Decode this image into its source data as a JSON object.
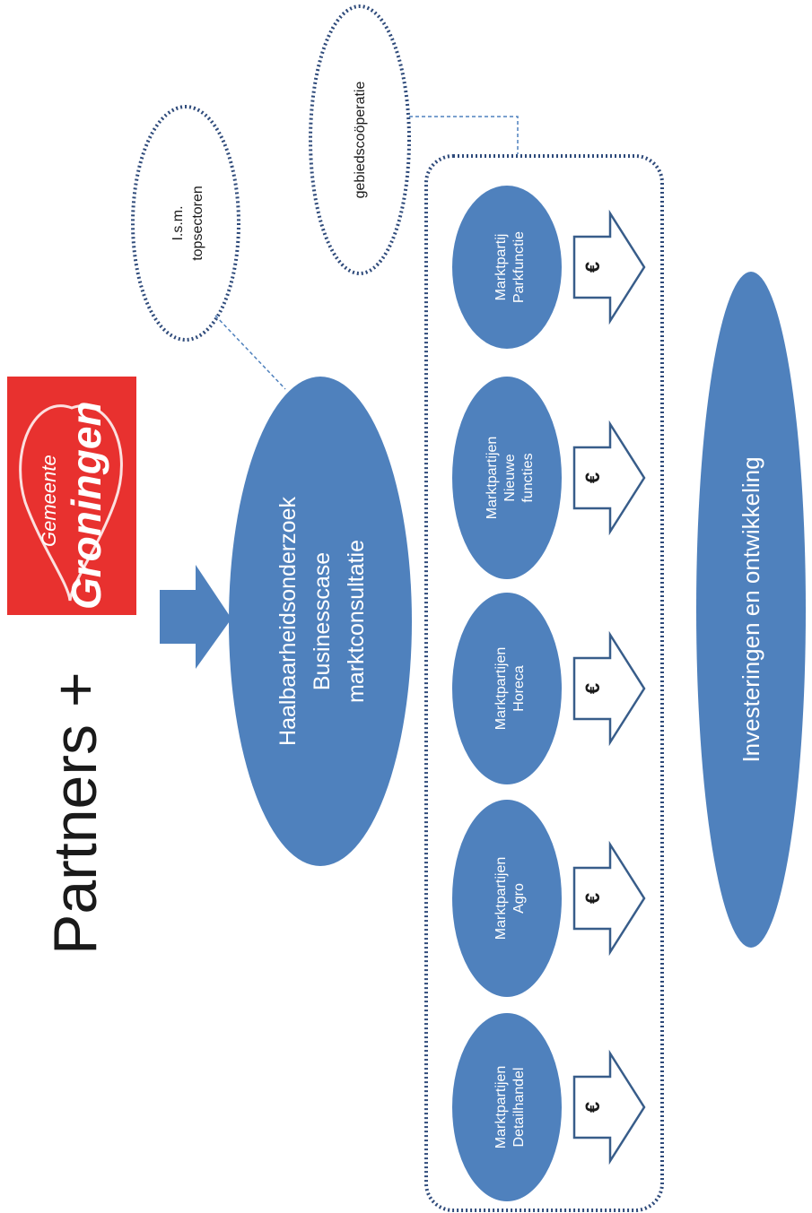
{
  "title": "Partners +",
  "logo": {
    "line1": "Gemeente",
    "line2": "Groningen",
    "bg_color": "#e8312f"
  },
  "central": {
    "line1": "Haalbaarheidsonderzoek",
    "line2": "Businesscase",
    "line3": "marktconsultatie"
  },
  "callout_topsectoren": {
    "line1": "I.s.m.",
    "line2": "topsectoren"
  },
  "callout_cooperatie": {
    "label": "gebiedscoöperatie"
  },
  "market_parties": [
    {
      "line1": "Marktpartij",
      "line2": "Parkfunctie",
      "line3": ""
    },
    {
      "line1": "Marktpartijen",
      "line2": "Nieuwe",
      "line3": "functies"
    },
    {
      "line1": "Marktpartijen",
      "line2": "Horeca",
      "line3": ""
    },
    {
      "line1": "Marktpartijen",
      "line2": "Agro",
      "line3": ""
    },
    {
      "line1": "Marktpartijen",
      "line2": "Detailhandel",
      "line3": ""
    }
  ],
  "euro_symbol": "€",
  "result": {
    "label": "Investeringen en ontwikkeling"
  },
  "colors": {
    "shape_fill": "#4f81bd",
    "outline": "#385d8a",
    "dotted": "#2e4a7a",
    "logo_red": "#e8312f"
  }
}
